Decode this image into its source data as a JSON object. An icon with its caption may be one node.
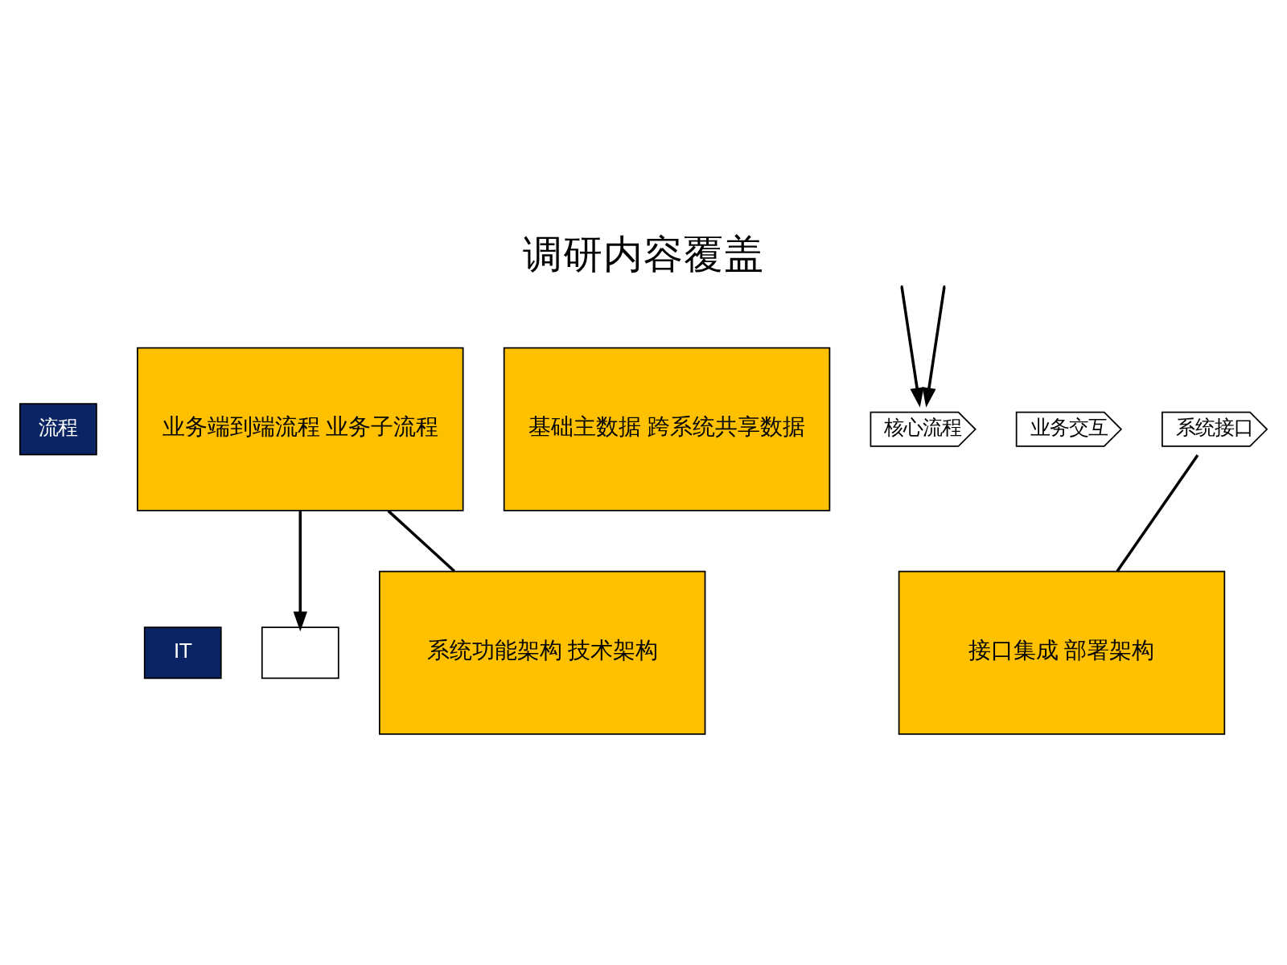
{
  "diagram": {
    "title": "调研内容覆盖",
    "nodes": [
      {
        "text": [
          "流程"
        ]
      },
      {
        "text": [
          "业务端到端流程 业务子流程"
        ]
      },
      {
        "text": [
          "基础主数据 跨系统共享数据"
        ]
      },
      {
        "text": [
          "核心流程"
        ]
      },
      {
        "text": [
          "业务交互"
        ]
      },
      {
        "text": [
          "系统接口"
        ]
      },
      {
        "text": [
          "IT"
        ]
      },
      {
        "text": [],
        "shape": "box"
      },
      {
        "text": [
          "系统功能架构 技术架构"
        ]
      },
      {
        "text": [
          "接口集成 部署架构"
        ]
      }
    ],
    "edges": [
      {
        "from": 1,
        "to": 7,
        "arrow": "to"
      },
      {
        "from": 1,
        "to": 8,
        "arrow": "none"
      },
      {
        "from": null,
        "to": 3,
        "arrow": "to"
      },
      {
        "from": null,
        "to": 3,
        "arrow": "to"
      },
      {
        "from": 5,
        "to": 9,
        "arrow": "none"
      }
    ]
  }
}
